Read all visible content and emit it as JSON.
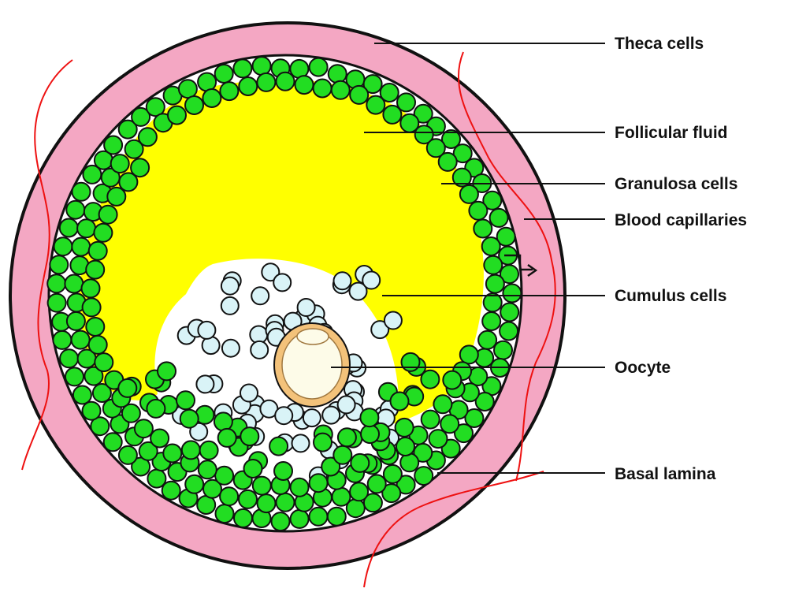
{
  "labels": [
    {
      "key": "theca",
      "text": "Theca cells"
    },
    {
      "key": "fluid",
      "text": "Follicular fluid"
    },
    {
      "key": "granulosa",
      "text": "Granulosa cells"
    },
    {
      "key": "capillaries",
      "text": "Blood capillaries"
    },
    {
      "key": "cumulus",
      "text": "Cumulus cells"
    },
    {
      "key": "oocyte",
      "text": "Oocyte"
    },
    {
      "key": "basal",
      "text": "Basal lamina"
    }
  ],
  "colors": {
    "theca": "#f4a7c3",
    "follicular_fluid": "#ffff00",
    "granulosa": "#22dd22",
    "cumulus": "#d9f3f7",
    "oocyte": "#fdfbe8",
    "zona": "#f3c27a",
    "capillary": "#ee1111",
    "outline": "#111111"
  }
}
